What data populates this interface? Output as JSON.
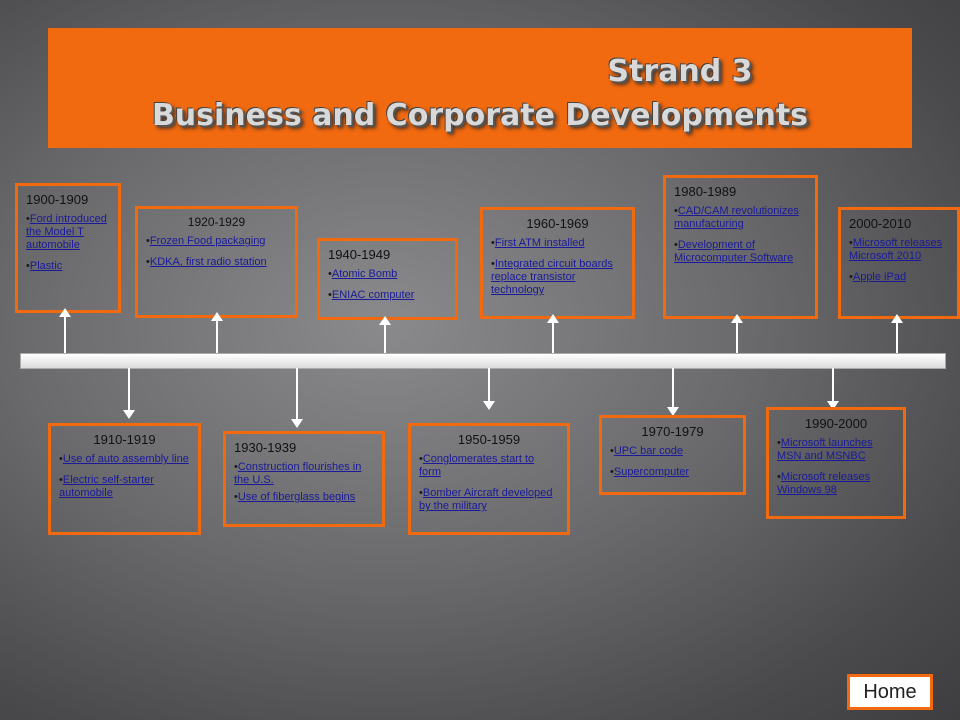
{
  "title": {
    "line1": "Strand 3",
    "line2": "Business and Corporate Developments"
  },
  "decades": [
    {
      "period": "1900-1909",
      "items": [
        "Ford introduced the Model T automobile",
        "Plastic"
      ]
    },
    {
      "period": "1910-1919",
      "items": [
        "Use of auto assembly line",
        "Electric self-starter automobile"
      ]
    },
    {
      "period": "1920-1929",
      "items": [
        "Frozen Food packaging",
        "KDKA, first radio station"
      ]
    },
    {
      "period": "1930-1939",
      "items": [
        "Construction flourishes in the U.S.",
        "Use of fiberglass begins"
      ]
    },
    {
      "period": "1940-1949",
      "items": [
        "Atomic Bomb",
        "ENIAC computer"
      ]
    },
    {
      "period": "1950-1959",
      "items": [
        "Conglomerates start to form",
        "Bomber Aircraft developed by the military"
      ]
    },
    {
      "period": "1960-1969",
      "items": [
        "First ATM installed",
        "Integrated circuit boards replace transistor technology"
      ]
    },
    {
      "period": "1970-1979",
      "items": [
        "UPC bar code",
        "Supercomputer"
      ]
    },
    {
      "period": "1980-1989",
      "items": [
        "CAD/CAM revolutionizes manufacturing",
        "Development of Microcomputer Software"
      ]
    },
    {
      "period": "1990-2000",
      "items": [
        "Microsoft launches MSN and MSNBC",
        "Microsoft releases Windows 98"
      ]
    },
    {
      "period": "2000-2010",
      "items": [
        "Microsoft releases Microsoft 2010",
        "Apple iPad"
      ]
    }
  ],
  "home_label": "Home",
  "colors": {
    "accent": "#f26a10",
    "link": "#1a1a9a"
  }
}
